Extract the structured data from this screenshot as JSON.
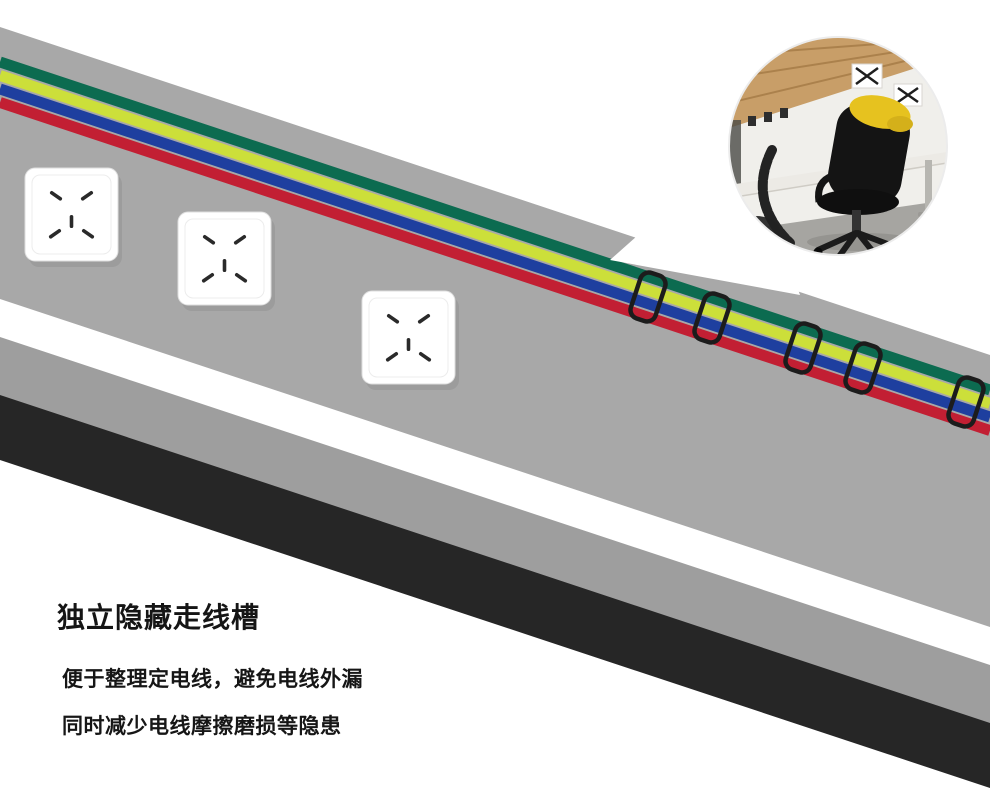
{
  "product_banner": {
    "title": "独立隐藏走线槽",
    "description_line_1": "便于整理定电线，避免电线外漏",
    "description_line_2": "同时减少电线摩擦磨损等隐患"
  },
  "colors": {
    "panel_gray": "#a8a8a8",
    "lower_panel_gray": "#9e9e9e",
    "black_band": "#262626",
    "wire_green": "#0c6b50",
    "wire_yellow": "#ccdf3a",
    "wire_blue": "#1e3f9f",
    "wire_red": "#c21f33",
    "clip_dark": "#1c1c1c",
    "socket_white": "#ffffff",
    "socket_shadow": "#8f8f8f",
    "socket_hole": "#2a2a2a"
  }
}
